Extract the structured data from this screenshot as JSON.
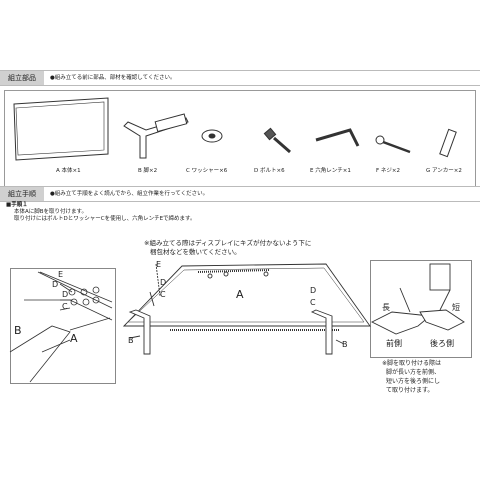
{
  "parts_section": {
    "title": "組立部品",
    "note": "●組み立てる前に部品、部材を確認してください。",
    "parts": [
      "A 本体×1",
      "B 脚×2",
      "C ワッシャー×6",
      "D ボルト×6",
      "E 六角レンチ×1",
      "F ネジ×2",
      "G アンカー×2"
    ]
  },
  "assembly_section": {
    "title": "組立手順",
    "note": "●組み立て手順をよく読んでから、組立作業を行ってください。",
    "step_title": "■手順１",
    "step_line1": "本体Aに脚Bを取り付けます。",
    "step_line2": "取り付けにはボルトDとワッシャーCを使用し、六角レンチEで締めます。",
    "center_note_line1": "※組み立てる際はディスプレイにキズが付かないよう下に",
    "center_note_line2": "梱包材などを敷いてください。",
    "right_note_line1": "※脚を取り付ける際は",
    "right_note_line2": "脚が長い方を前側、",
    "right_note_line3": "短い方を後ろ側にし",
    "right_note_line4": "て取り付けます。",
    "letters": {
      "A": "A",
      "B": "B",
      "C": "C",
      "D": "D",
      "E": "E"
    },
    "leg_labels": {
      "long": "長",
      "short": "短",
      "front": "前側",
      "back": "後ろ側"
    }
  }
}
